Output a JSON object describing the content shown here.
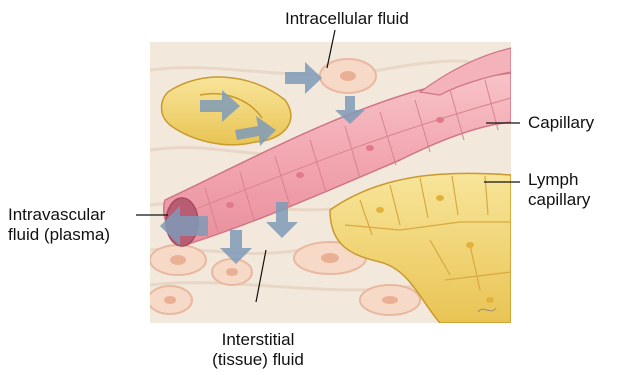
{
  "labels": {
    "intracellular": "Intracellular fluid",
    "capillary": "Capillary",
    "lymph_line1": "Lymph",
    "lymph_line2": "capillary",
    "intravascular_line1": "Intravascular",
    "intravascular_line2": "fluid (plasma)",
    "interstitial_line1": "Interstitial",
    "interstitial_line2": "(tissue) fluid"
  },
  "colors": {
    "background": "#f3e8dc",
    "capillary": "#f2a6b0",
    "lymph": "#f3d56a",
    "arrow": "#7f9bb8"
  }
}
